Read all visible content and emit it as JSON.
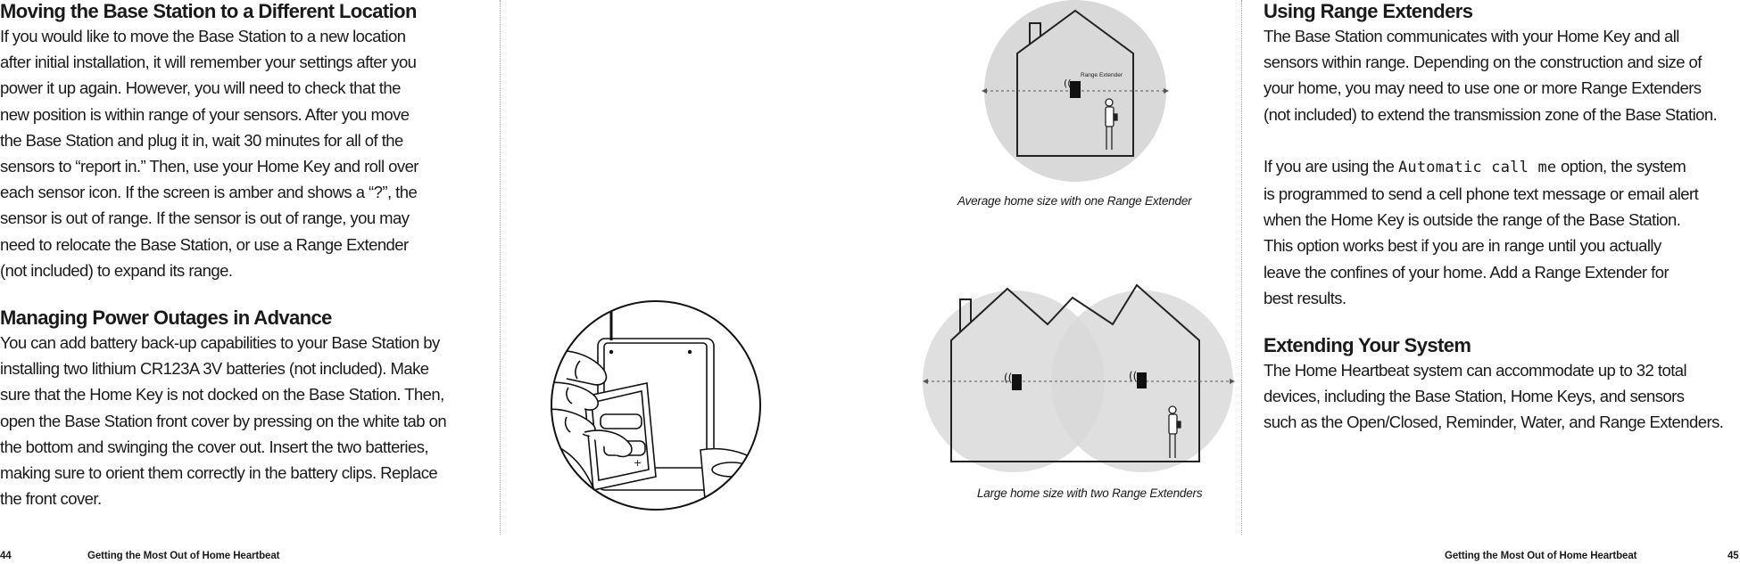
{
  "left_page": {
    "section1": {
      "heading": "Moving the Base Station to a Different Location",
      "lines": [
        "If you would like to move the Base Station to a new location",
        "after initial installation, it will remember your settings after you",
        "power it up again. However, you will need to check that the",
        "new position is within range of your sensors. After you move",
        "the Base Station and plug it in, wait 30 minutes for all of the",
        "sensors to “report in.” Then, use your Home Key and roll over",
        "each sensor icon. If the screen is amber and shows a “?”, the",
        "sensor is out of range. If the sensor is out of range, you may",
        "need to relocate the Base Station, or use a Range Extender",
        "(not included) to expand its range."
      ]
    },
    "section2": {
      "heading": "Managing Power Outages in Advance",
      "lines": [
        "You can add battery back-up capabilities to your Base Station by",
        "installing two lithium CR123A 3V batteries (not included). Make",
        "sure that the Home Key is not docked on the Base Station. Then,",
        "open the Base Station front cover by pressing on the white tab on",
        "the bottom and swinging the cover out. Insert the two batteries,",
        "making sure to orient them correctly in the battery clips. Replace",
        "the front cover."
      ]
    },
    "footer": {
      "page_number": "44",
      "title": "Getting the Most Out of Home Heartbeat"
    }
  },
  "figures": {
    "top_label": "Range Extender",
    "top_caption": "Average home size with one Range Extender",
    "bottom_caption": "Large home size with two Range Extenders"
  },
  "right_page": {
    "section1": {
      "heading": "Using Range Extenders",
      "lines": [
        "The Base Station communicates with your Home Key and all",
        "sensors within range. Depending on the construction and size of",
        "your home, you may need to use one or more Range Extenders",
        "(not included) to extend the transmission zone of the Base Station."
      ]
    },
    "section2": {
      "line1_before": "If you are using the ",
      "line1_option": "Automatic call me",
      "line1_after": " option, the system",
      "lines": [
        "is programmed to send a cell phone text message or email alert",
        "when the Home Key is outside the range of the Base Station.",
        "This option works best if you are in range until you actually",
        "leave the confines of your home. Add a Range Extender for",
        "best results."
      ]
    },
    "section3": {
      "heading": "Extending Your System",
      "lines": [
        "The Home Heartbeat system can accommodate up to 32 total",
        "devices, including the Base Station, Home Keys, and sensors",
        "such as the Open/Closed, Reminder, Water, and Range Extenders."
      ]
    },
    "footer": {
      "title": "Getting the Most Out of Home Heartbeat",
      "page_number": "45"
    }
  }
}
